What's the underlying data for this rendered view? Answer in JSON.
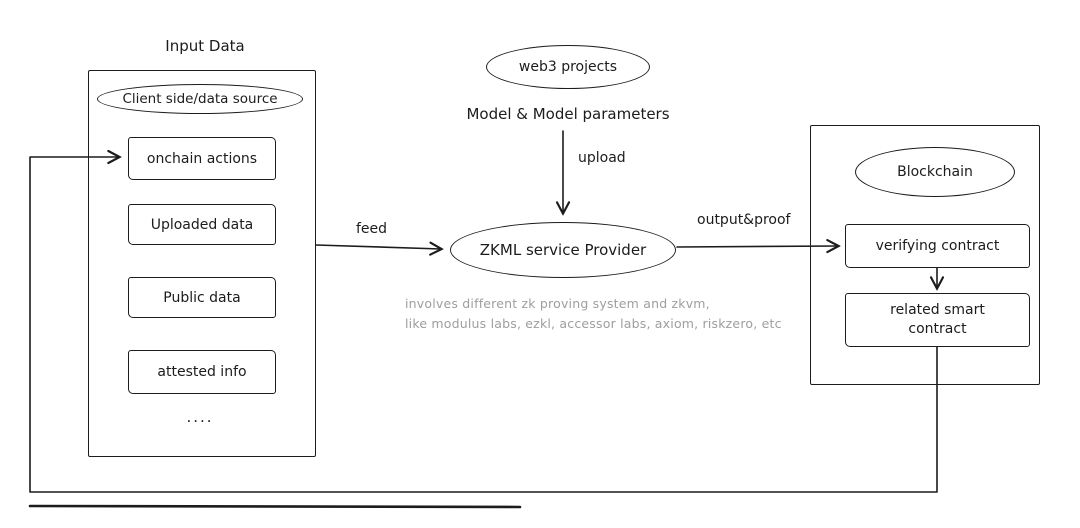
{
  "input": {
    "title": "Input Data",
    "source_label": "Client side/data source",
    "items": [
      "onchain actions",
      "Uploaded data",
      "Public data",
      "attested info"
    ],
    "ellipsis": "...."
  },
  "web3": {
    "label": "web3 projects",
    "model_text": "Model & Model parameters",
    "upload_label": "upload"
  },
  "zkml": {
    "label": "ZKML service Provider",
    "note_line1": "involves different zk proving system and zkvm,",
    "note_line2": "like modulus labs, ezkl, accessor labs, axiom, riskzero, etc"
  },
  "edges": {
    "feed_label": "feed",
    "output_label": "output&proof"
  },
  "blockchain": {
    "label": "Blockchain",
    "verifying_label": "verifying contract",
    "related_label": "related smart\ncontract"
  },
  "colors": {
    "stroke": "#1c1c1c",
    "note": "#9e9e9e",
    "background": "#ffffff"
  }
}
